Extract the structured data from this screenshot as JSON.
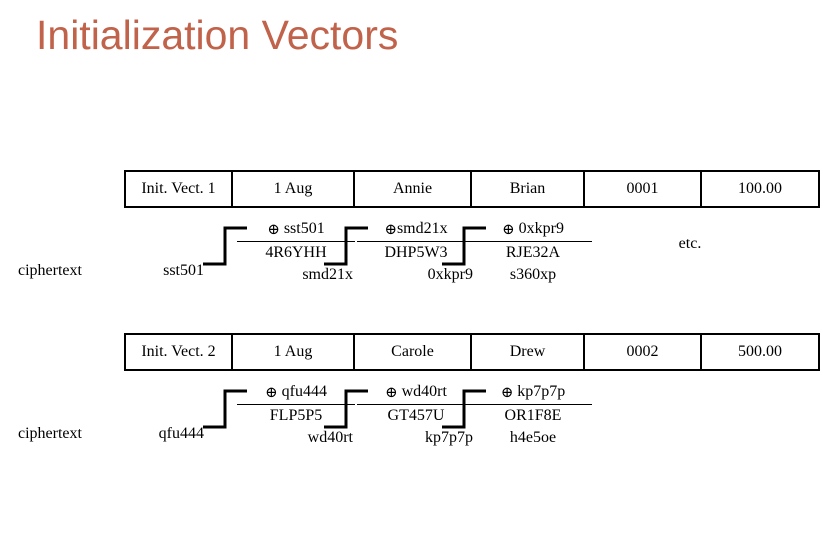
{
  "title": "Initialization Vectors",
  "colors": {
    "title": "#c1624a",
    "line": "#000000",
    "background": "#ffffff"
  },
  "table_1": {
    "cells": [
      "Init. Vect. 1",
      "1 Aug",
      "Annie",
      "Brian",
      "0001",
      "100.00"
    ]
  },
  "table_2": {
    "cells": [
      "Init. Vect. 2",
      "1 Aug",
      "Carole",
      "Drew",
      "0002",
      "500.00"
    ]
  },
  "cipher_1": {
    "label": "ciphertext",
    "seed": "sst501",
    "etc": "etc.",
    "groups": [
      {
        "operator": "⊕",
        "operand": "sst501",
        "key": "4R6YHH",
        "result": "smd21x"
      },
      {
        "operator": "⊕",
        "operand": "smd21x",
        "key": "DHP5W3",
        "result": "0xkpr9"
      },
      {
        "operator": "⊕",
        "operand": "0xkpr9",
        "key": "RJE32A",
        "result": "s360xp"
      }
    ]
  },
  "cipher_2": {
    "label": "ciphertext",
    "seed": "qfu444",
    "etc": "",
    "groups": [
      {
        "operator": "⊕",
        "operand": "qfu444",
        "key": "FLP5P5",
        "result": "wd40rt"
      },
      {
        "operator": "⊕",
        "operand": "wd40rt",
        "key": "GT457U",
        "result": "kp7p7p"
      },
      {
        "operator": "⊕",
        "operand": "kp7p7p",
        "key": "OR1F8E",
        "result": "h4e5oe"
      }
    ]
  }
}
